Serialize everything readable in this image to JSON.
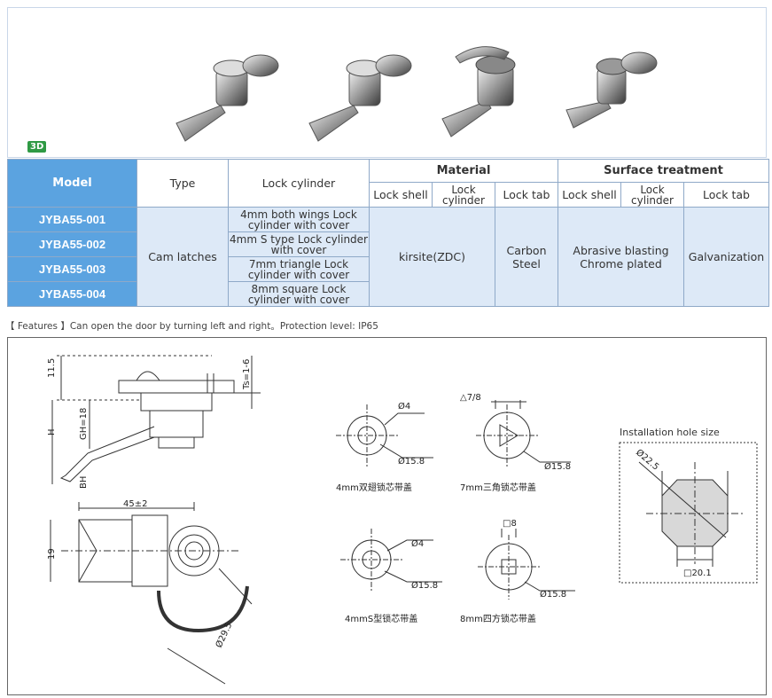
{
  "badge": "3D",
  "table": {
    "headers": {
      "model": "Model",
      "type": "Type",
      "lock_cylinder": "Lock cylinder",
      "material": "Material",
      "surface": "Surface treatment",
      "lock_shell": "Lock shell",
      "cylinder": "Lock cylinder",
      "lock_tab": "Lock tab"
    },
    "rows": [
      {
        "model": "JYBA55-001",
        "cylinder": "4mm both wings Lock cylinder  with cover"
      },
      {
        "model": "JYBA55-002",
        "cylinder": "4mm S type Lock cylinder  with cover"
      },
      {
        "model": "JYBA55-003",
        "cylinder": "7mm triangle Lock cylinder  with cover"
      },
      {
        "model": "JYBA55-004",
        "cylinder": "8mm square Lock cylinder  with cover"
      }
    ],
    "type_value": "Cam latches",
    "material_shell_cylinder": "kirsite(ZDC)",
    "material_tab": "Carbon Steel",
    "surface_shell_cylinder": "Abrasive blasting Chrome plated",
    "surface_tab": "Galvanization"
  },
  "features": "【 Features 】Can open the door by turning left and right。Protection level: IP65",
  "drawing": {
    "dims": {
      "d115": "11.5",
      "ts": "Ts=1-6",
      "h": "H",
      "gh": "GH=18",
      "bh": "BH",
      "d45": "45±2",
      "d19": "19",
      "d295": "Ø29.5"
    },
    "covers": [
      {
        "label": "4mm双翅锁芯带盖",
        "d1": "Ø4",
        "d2": "Ø15.8"
      },
      {
        "label": "7mm三角锁芯带盖",
        "d1": "△7/8",
        "d2": "Ø15.8"
      },
      {
        "label": "4mmS型锁芯带盖",
        "d1": "Ø4",
        "d2": "Ø15.8"
      },
      {
        "label": "8mm四方锁芯带盖",
        "d1": "□8",
        "d2": "Ø15.8"
      }
    ],
    "install": {
      "title": "Installation hole size",
      "d1": "Ø22.5",
      "d2": "□20.1"
    }
  }
}
